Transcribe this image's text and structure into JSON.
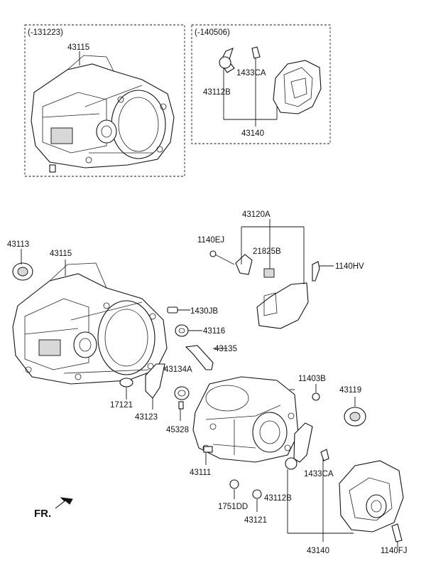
{
  "boxes": {
    "left_tag": "(-131223)",
    "right_tag": "(-140506)"
  },
  "labels": {
    "box_left_43115": "43115",
    "box_right_43112B": "43112B",
    "box_right_1433CA": "1433CA",
    "box_right_43140": "43140",
    "l_43113": "43113",
    "l_43115": "43115",
    "l_43120A": "43120A",
    "l_1140EJ": "1140EJ",
    "l_21825B": "21825B",
    "l_1140HV": "1140HV",
    "l_1430JB": "1430JB",
    "l_43116": "43116",
    "l_43135": "43135",
    "l_43134A": "43134A",
    "l_11403B": "11403B",
    "l_43119": "43119",
    "l_17121": "17121",
    "l_43123": "43123",
    "l_45328": "45328",
    "l_43111": "43111",
    "l_1433CA": "1433CA",
    "l_43112B": "43112B",
    "l_1751DD": "1751DD",
    "l_43121": "43121",
    "l_43140": "43140",
    "l_1140FJ": "1140FJ"
  },
  "direction_marker": "FR."
}
